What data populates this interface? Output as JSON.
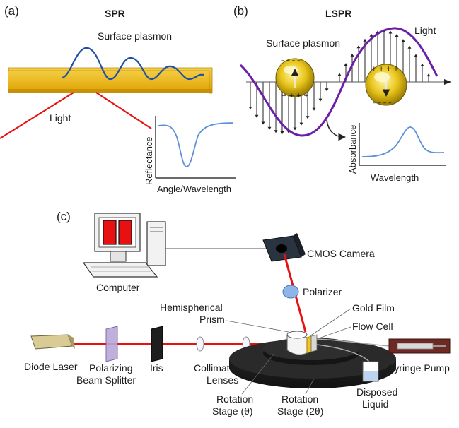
{
  "panel_a": {
    "tag": "(a)",
    "title": "SPR",
    "surface_plasmon": "Surface plasmon",
    "light": "Light",
    "plot": {
      "ylabel": "Reflectance",
      "xlabel": "Angle/Wavelength"
    }
  },
  "panel_b": {
    "tag": "(b)",
    "title": "LSPR",
    "surface_plasmon": "Surface plasmon",
    "light": "Light",
    "plot": {
      "ylabel": "Absorbance",
      "xlabel": "Wavelength"
    }
  },
  "panel_c": {
    "tag": "(c)",
    "computer": "Computer",
    "cmos_camera": "CMOS Camera",
    "polarizer": "Polarizer",
    "hemispherical_prism_line1": "Hemispherical",
    "hemispherical_prism_line2": "Prism",
    "gold_film": "Gold Film",
    "flow_cell": "Flow Cell",
    "diode_laser": "Diode Laser",
    "polarizing_line1": "Polarizing",
    "polarizing_line2": "Beam Splitter",
    "iris": "Iris",
    "collimating_line1": "Collimating",
    "collimating_line2": "Lenses",
    "syringe_pump": "Syringe Pump",
    "disposed_line1": "Disposed",
    "disposed_line2": "Liquid",
    "rotation_theta_line1": "Rotation",
    "rotation_theta_line2": "Stage (θ)",
    "rotation_2theta_line1": "Rotation",
    "rotation_2theta_line2": "Stage (2θ)"
  },
  "colors": {
    "gold": "#f5c518",
    "laser": "#e81010",
    "wave": "#1f4fa8",
    "em_wave": "#6b1fa8",
    "plot_curve": "#5b8fd8",
    "stage": "#1c1c1c"
  }
}
